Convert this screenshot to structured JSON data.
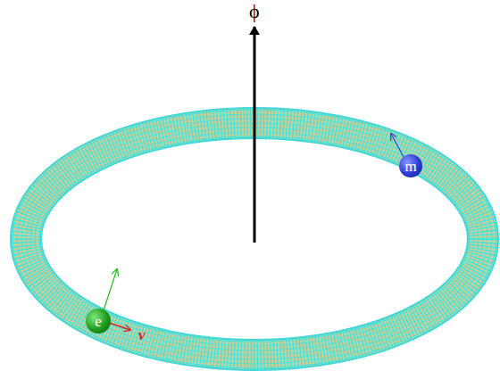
{
  "diagram": {
    "nodes": [
      {
        "text": [
          "e"
        ]
      },
      {
        "text": [
          "m"
        ]
      }
    ],
    "labels": [
      "ϕ",
      "v"
    ]
  }
}
